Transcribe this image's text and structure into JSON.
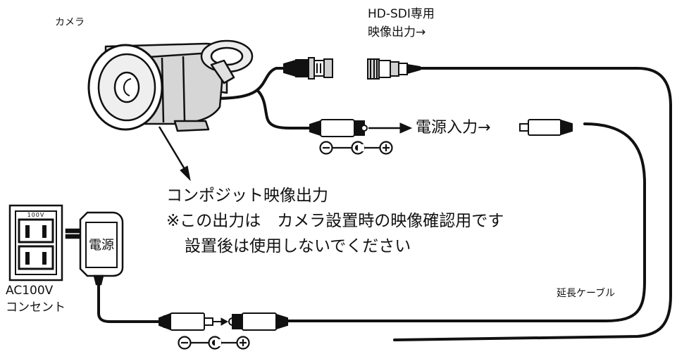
{
  "labels": {
    "camera": "カメラ",
    "hd_sdi_line1": "HD-SDI専用",
    "hd_sdi_line2": "映像出力→",
    "power_input": "電源入力→",
    "composite_title": "コンポジット映像出力",
    "composite_note1": "※この出力は　カメラ設置時の映像確認用です",
    "composite_note2": "設置後は使用しないでください",
    "adapter": "電源",
    "outlet_rating": "100V",
    "outlet_line1": "AC100V",
    "outlet_line2": "コンセント",
    "extension_cable": "延長ケーブル"
  },
  "polarity": {
    "minus": "−",
    "plus": "+"
  },
  "colors": {
    "ink": "#111111",
    "paper": "#ffffff",
    "fill_light": "#e6e6e6",
    "fill_mid": "#bdbdbd"
  }
}
